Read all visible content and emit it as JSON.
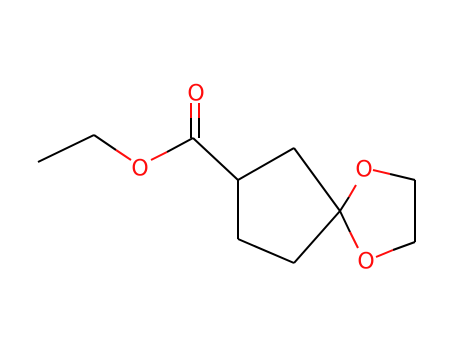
{
  "molecule": {
    "bond_color": "#000000",
    "heteroatom_color": "#ff0d0d",
    "atoms": [
      {
        "id": "carbonyl-oxygen",
        "symbol": "O"
      },
      {
        "id": "ester-oxygen",
        "symbol": "O"
      },
      {
        "id": "ketal-oxygen-top",
        "symbol": "O"
      },
      {
        "id": "ketal-oxygen-bottom",
        "symbol": "O"
      }
    ]
  }
}
